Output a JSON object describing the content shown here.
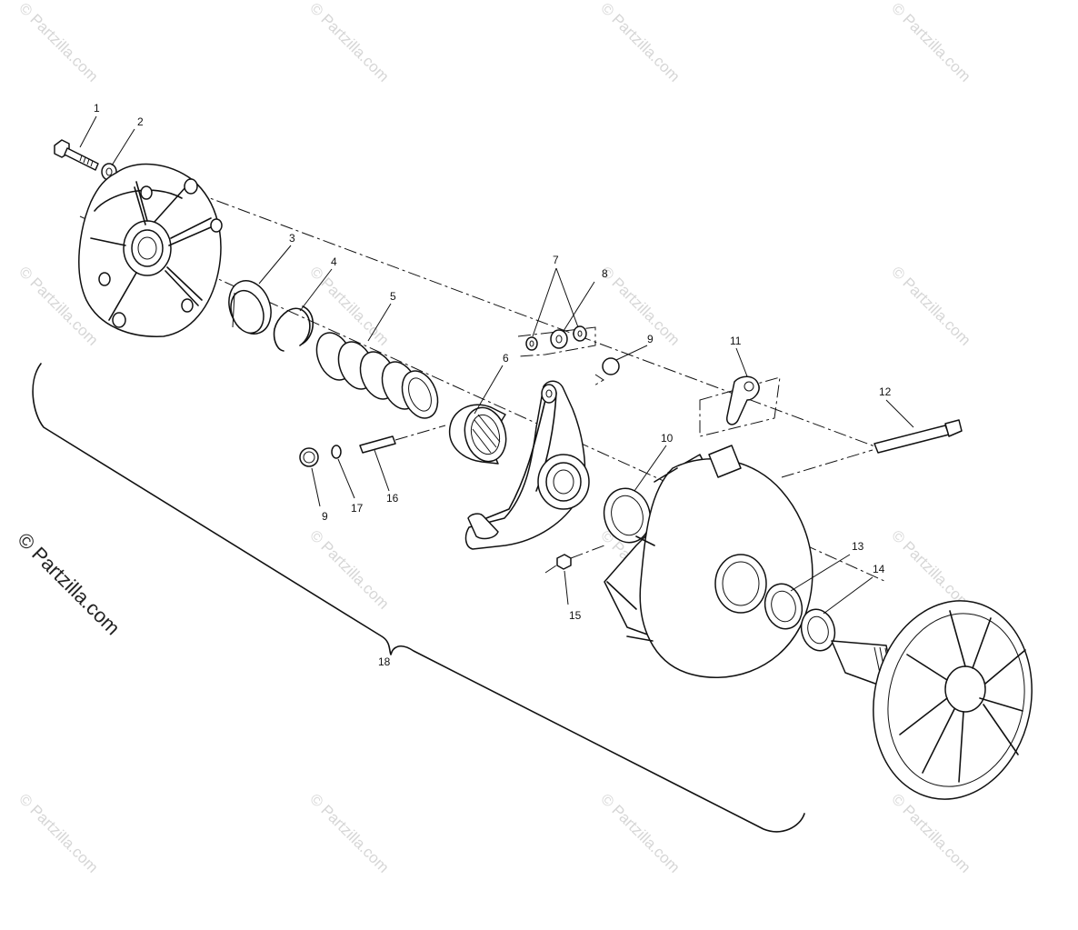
{
  "callouts": {
    "c1": "1",
    "c2": "2",
    "c3": "3",
    "c4": "4",
    "c5": "5",
    "c6": "6",
    "c7": "7",
    "c8": "8",
    "c9a": "9",
    "c9b": "9",
    "c10": "10",
    "c11": "11",
    "c12": "12",
    "c13": "13",
    "c14": "14",
    "c15": "15",
    "c16": "16",
    "c17": "17",
    "c18": "18"
  },
  "watermark": {
    "tile_text": "© Partzilla.com",
    "side_text": "© Partzilla.com"
  },
  "colors": {
    "line": "#111111",
    "watermark": "#d6d6d6",
    "background": "#ffffff"
  }
}
